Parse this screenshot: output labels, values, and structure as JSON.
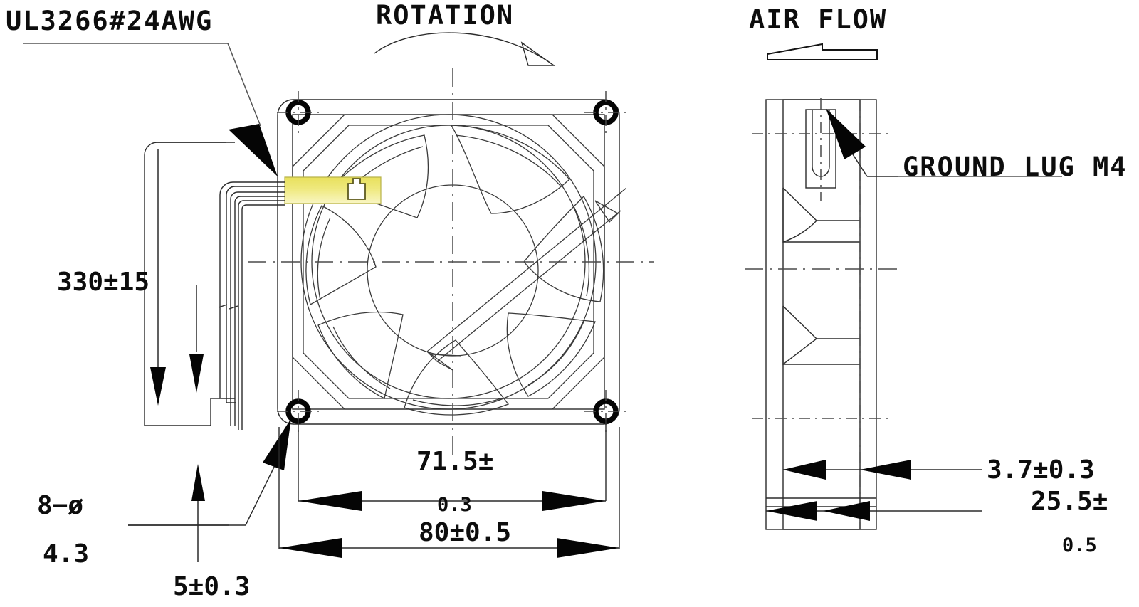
{
  "document": {
    "type": "mechanical-drawing",
    "subject": "80mm axial cooling fan",
    "views": [
      "front-view",
      "side-view"
    ]
  },
  "annotations": {
    "wire_spec": "UL3266#24AWG",
    "rotation": "ROTATION",
    "air_flow": "AIR FLOW",
    "ground_lug": "GROUND LUG M4"
  },
  "dimensions": {
    "wire_length": "330±15",
    "hole_callout_line1": "8−ø",
    "hole_callout_line2": "4.3",
    "frame_thickness": "5±0.3",
    "hole_pitch_line1": "71.5±",
    "hole_pitch_line2": "0.3",
    "frame_width": "80±0.5",
    "flange_depth": "3.7±0.3",
    "depth_line1": "25.5±",
    "depth_line2": "0.5"
  },
  "highlight": {
    "color_start": "#ece66a",
    "color_end": "#f7f2ae",
    "border": "#b8b24a",
    "icon": "label-tag-icon"
  },
  "colors": {
    "line": "#2b2b2b",
    "heavy_line": "#050505",
    "text": "#0d0d0d",
    "background": "#ffffff"
  },
  "icons": {
    "rotation_arc": "rotation-arc-icon",
    "airflow_arrow": "airflow-arrow-icon",
    "mounting_hole": "mounting-hole-icon"
  }
}
